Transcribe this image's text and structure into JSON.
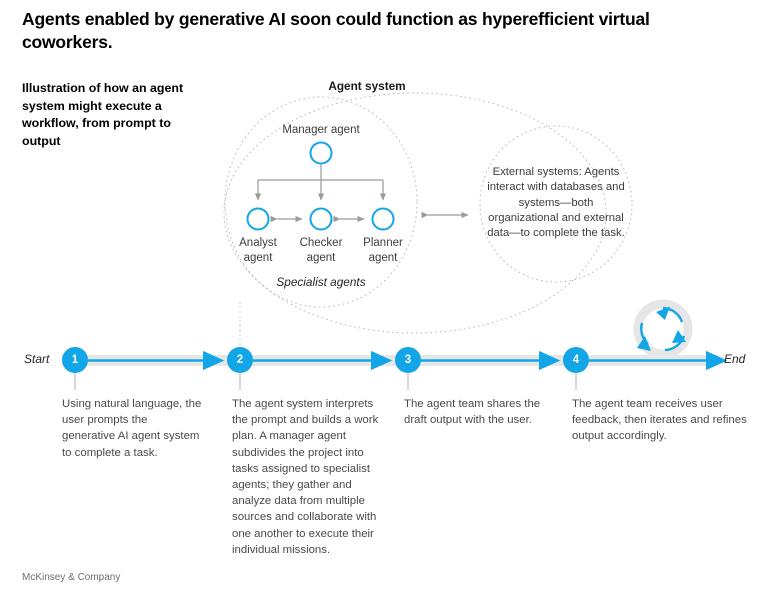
{
  "headline": "Agents enabled by generative AI soon could function as hyperefficient virtual coworkers.",
  "subhead": "Illustration of how an agent system might execute a workflow, from prompt to output",
  "diagram": {
    "agent_system_title": "Agent system",
    "manager_agent_label": "Manager agent",
    "specialist_agents_caption": "Specialist agents",
    "specialists": [
      {
        "label": "Analyst\nagent"
      },
      {
        "label": "Checker\nagent"
      },
      {
        "label": "Planner\nagent"
      }
    ],
    "external_systems_text": "External systems: Agents interact with databases and systems—both organizational and external data—to complete the task."
  },
  "timeline": {
    "start_label": "Start",
    "end_label": "End",
    "nodes": [
      {
        "number": "1",
        "text": "Using natural language, the user prompts the generative AI agent system to complete a task."
      },
      {
        "number": "2",
        "text": "The agent system interprets the prompt and builds a work plan. A manager agent subdivides the project into tasks assigned to specialist agents; they gather and analyze data from multiple sources and collaborate with one another to execute their individual missions."
      },
      {
        "number": "3",
        "text": "The agent team shares the draft output with the user."
      },
      {
        "number": "4",
        "text": "The agent team receives user feedback, then iterates and refines output accordingly."
      }
    ]
  },
  "footer": "McKinsey & Company",
  "colors": {
    "accent_blue": "#12A5E8",
    "node_blue": "#12A5E8",
    "track_gray": "#E3E3E3",
    "arrow_gray": "#9a9a9a",
    "dotted_gray": "#b5b5b5",
    "text_gray": "#4a4a4a"
  }
}
